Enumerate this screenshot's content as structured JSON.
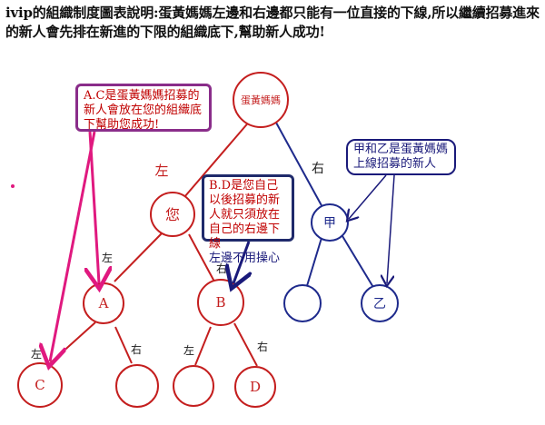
{
  "header": {
    "text": "ivip的組織制度圖表說明:蛋黃媽媽左邊和右邊都只能有一位直接的下線,所以繼續招募進來的新人會先排在新進的下限的組織底下,幫助新人成功!"
  },
  "nodes": {
    "root": "蛋黃媽媽",
    "you": "您",
    "jia": "甲",
    "a": "A",
    "b": "B",
    "yi": "乙",
    "c": "C",
    "d": "D"
  },
  "edge_labels": {
    "root_left": "左",
    "root_right": "右",
    "you_left": "左",
    "you_right": "右",
    "a_left": "左",
    "a_right": "右",
    "b_left": "左",
    "b_right": "右"
  },
  "callouts": {
    "ac": "A.C是蛋黃媽媽招募的新人會放在您的組織底下幫助您成功!",
    "bd": "B.D是您自己以後招募的新人就只須放在自己的右邊下線",
    "bd_note": "左邊不用操心",
    "jy": "甲和乙是蛋黃媽媽上線招募的新人"
  },
  "colors": {
    "red": "#c41e1e",
    "blue": "#1e2a8c",
    "magenta": "#e0197f",
    "navy": "#1a1a7a",
    "purple": "#8a2d8a"
  }
}
